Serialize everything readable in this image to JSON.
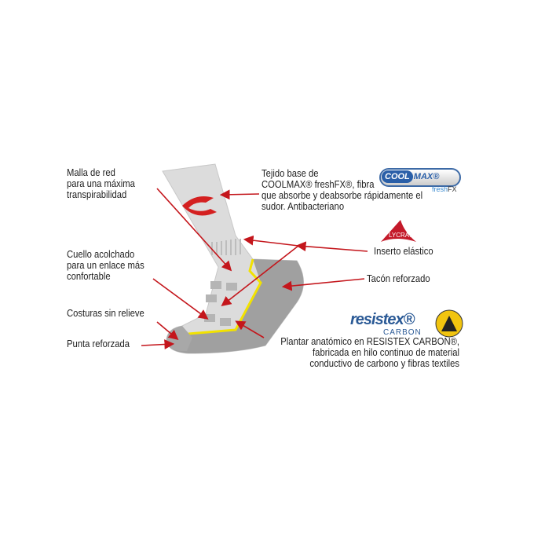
{
  "labels": {
    "malla": "Malla de red\npara una máxima\ntranspirabilidad",
    "cuello": "Cuello acolchado\npara un enlace más\nconfortable",
    "costuras": "Costuras sin relieve",
    "punta": "Punta reforzada",
    "tejido": "Tejido base de\nCOOLMAX® freshFX®, fibra\nque absorbe y deabsorbe rápidamente el\nsudor. Antibacteriano",
    "inserto": "Inserto elástico",
    "tacon": "Tacón reforzado",
    "plantar": "Plantar anatómico en RESISTEX CARBON®,\nfabricada en hilo continuo de material\nconductivo de carbono y fibras textiles"
  },
  "logos": {
    "coolmax_a": "COOL",
    "coolmax_b": "MAX®",
    "fresh": "fresh",
    "fx": "FX",
    "lycra": "LYCRA.",
    "resistex": "resistex®",
    "carbon": "CARBON"
  },
  "colors": {
    "arrow": "#c4161c",
    "yellow": "#f2e200",
    "sock_light": "#dcdcdc",
    "sock_dark": "#9a9a9a"
  }
}
